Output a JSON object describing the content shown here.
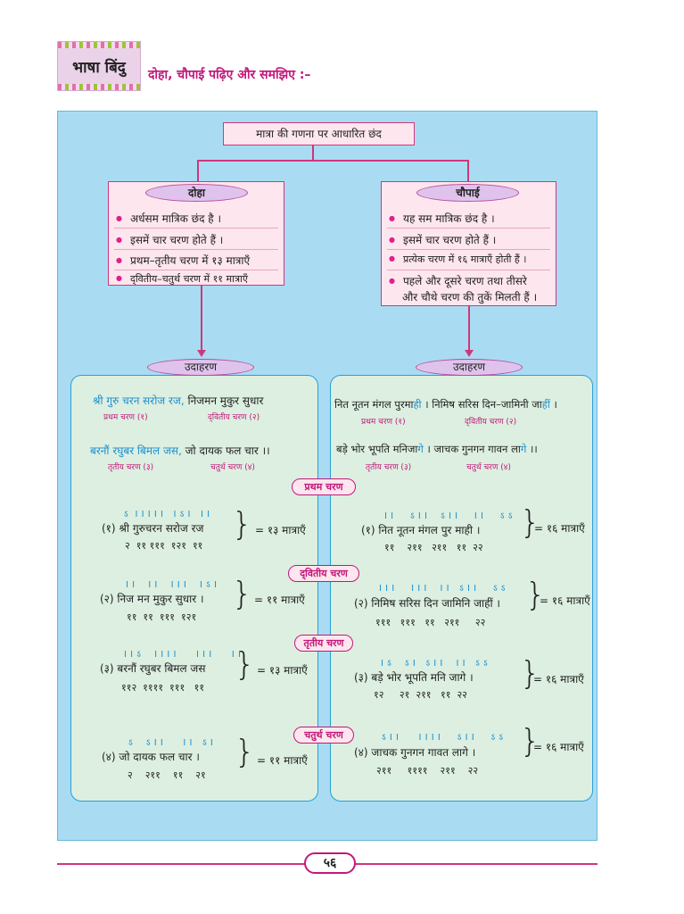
{
  "header": {
    "badge": "भाषा बिंदु",
    "instruction": "दोहा, चौपाई पढ़िए और समझिए :–"
  },
  "top_box": "मात्रा की गणना पर आधारित छंद",
  "doha": {
    "title": "दोहा",
    "points": [
      "अर्धसम मात्रिक छंद है ।",
      "इसमें चार चरण होते हैं ।",
      "प्रथम–तृतीय चरण में १३ मात्राएँ",
      "द्‌वितीय–चतुर्थ चरण में ११ मात्राएँ"
    ],
    "example_label": "उदाहरण",
    "line1_a": "श्री गुरु चरन सरोज रज,",
    "line1_b": " निजमन मुकुर सुधार",
    "line1_sub1": "प्रथम चरण  (१)",
    "line1_sub2": "द्‌वितीय चरण (२)",
    "line2_a": "बरनौं रघुबर बिमल जस,",
    "line2_b": " जो दायक फल चार ।।",
    "line2_sub1": "तृतीय चरण (३)",
    "line2_sub2": "चतुर्थ चरण (४)",
    "rows": [
      {
        "marks": "ऽ  I I I I I   I ऽ I   I I",
        "text": "(१) श्री गुरुचरन सरोज रज",
        "nums": "२  ११ १११  १२१  ११",
        "result": "= १३ मात्राएँ"
      },
      {
        "marks": "I I    I I    I I I    I ऽ I",
        "text": "(२) निज मन मुकुर सुधार ।",
        "nums": "११  ११  १११  १२१",
        "result": "= ११ मात्राएँ"
      },
      {
        "marks": "I I ऽ    I I I I      I I I      I I",
        "text": "(३) बरनौं  रघुबर  बिमल  जस",
        "nums": "११२  ११११  १११   ११",
        "result": "= १३ मात्राएँ"
      },
      {
        "marks": "ऽ    ऽ I I      I I   ऽ I",
        "text": "(४) जो  दायक  फल  चार ।",
        "nums": "२    २११    ११    २१",
        "result": "= ११ मात्राएँ"
      }
    ]
  },
  "chaupai": {
    "title": "चौपाई",
    "points": [
      "यह सम मात्रिक छंद है ।",
      "इसमें चार चरण होते हैं ।",
      "प्रत्येक चरण में १६ मात्राएँ होती हैं ।",
      "पहले और दूसरे चरण तथा तीसरे",
      "और चौथे चरण की तुकें मिलती हैं ।"
    ],
    "example_label": "उदाहरण",
    "line1_a": "नित नूतन मंगल पुरमा",
    "line1_hi": "ही",
    "line1_b": " । निमिष सरिस दिन–जामिनी जा",
    "line1_hi2": "हीं",
    "line1_end": " ।",
    "line1_sub1": "प्रथम चरण  (१)",
    "line1_sub2": "द्‌वितीय चरण (२)",
    "line2_a": "बड़े भोर भूपति मनिजा",
    "line2_hi": "गे",
    "line2_b": " । जाचक गुनगन गावन ला",
    "line2_hi2": "गे",
    "line2_end": " ।।",
    "line2_sub1": "तृतीय चरण (३)",
    "line2_sub2": "चतुर्थ चरण (४)",
    "rows": [
      {
        "marks": "I I     ऽ I I    ऽ I I     I I     ऽ ऽ",
        "text": "(१) नित  नूतन  मंगल  पुर  माही ।",
        "nums": "११    २११   २११   ११  २२",
        "result": "= १६ मात्राएँ"
      },
      {
        "marks": "I I I     I I I    I I   ऽ I I     ऽ ऽ",
        "text": "(२) निमिष  सरिस  दिन  जामिनि  जाहीं ।",
        "nums": "१११   १११   ११   २११     २२",
        "result": "= १६ मात्राएँ"
      },
      {
        "marks": "I ऽ    ऽ I   ऽ I I    I I   ऽ ऽ",
        "text": "(३) बड़े   भोर भूपति  मनि  जागे ।",
        "nums": "१२     २१  २११   ११  २२",
        "result": "= १६ मात्राएँ"
      },
      {
        "marks": "ऽ I I      I I I I     ऽ I I     ऽ ऽ",
        "text": "(४) जाचक  गुनगन  गावत  लागे ।",
        "nums": "२११     ११११    २११    २२",
        "result": "= १६ मात्राएँ"
      }
    ]
  },
  "pills": [
    "प्रथम चरण",
    "द्‌वितीय चरण",
    "तृतीय चरण",
    "चतुर्थ चरण"
  ],
  "page_number": "५६",
  "colors": {
    "frame": "#a9dcf3",
    "accent": "#c2187a",
    "panel": "#dcefe0",
    "highlight": "#1d8fd0"
  }
}
